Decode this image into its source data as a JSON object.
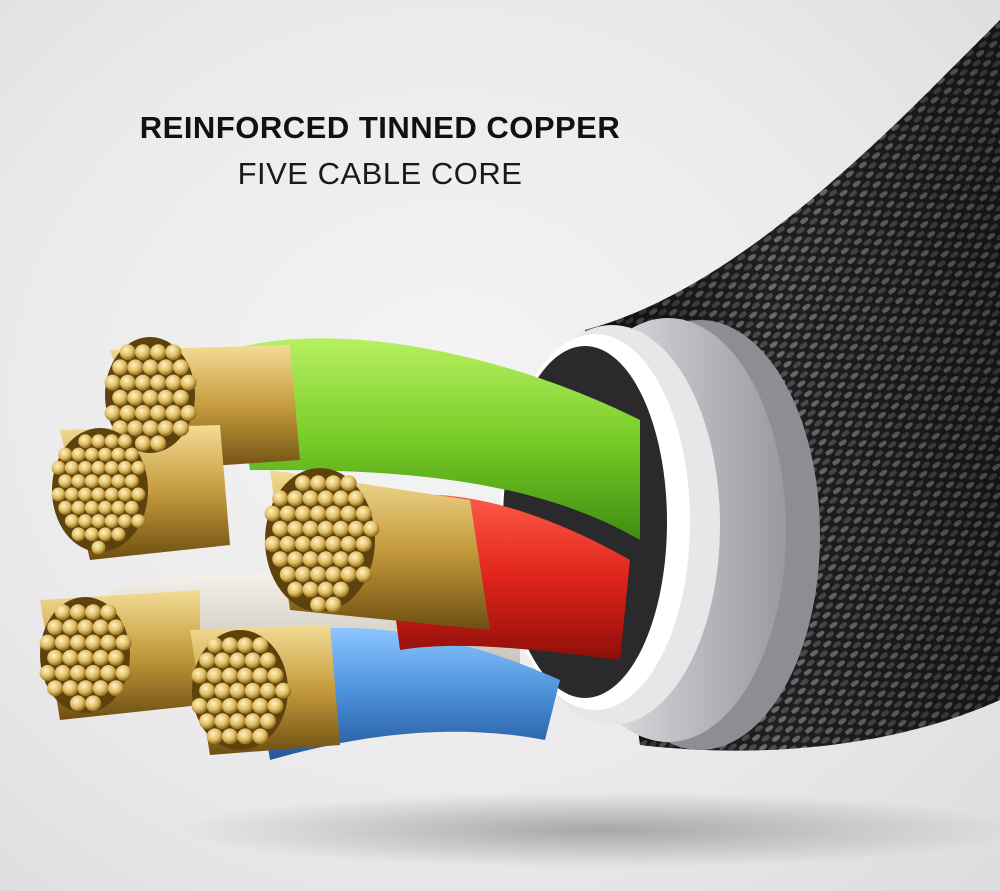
{
  "headline": {
    "title": "REINFORCED TINNED COPPER",
    "subtitle": "FIVE CABLE CORE"
  },
  "colors": {
    "background": "#ebebec",
    "braid": "#2a2a2c",
    "shield": "#c9c9cc",
    "core_green": "#7ccf2c",
    "core_red": "#e0241b",
    "core_blue": "#4a90d9",
    "core_white": "#e2ddd3",
    "core_black": "#222222",
    "copper": "#d9b55a"
  },
  "illustration": {
    "subject": "braided-cable-cross-section",
    "cores": [
      "green",
      "red",
      "blue",
      "white",
      "black"
    ]
  }
}
